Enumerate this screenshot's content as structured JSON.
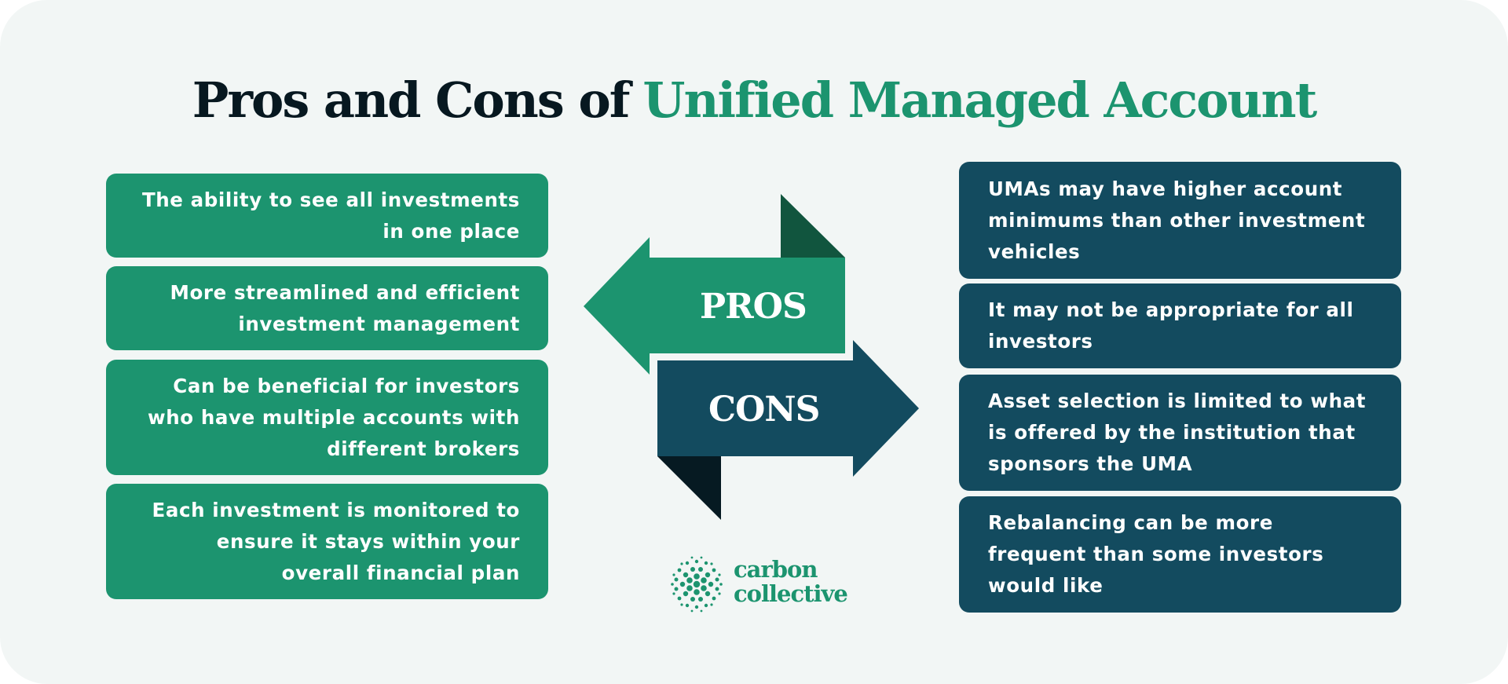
{
  "title": {
    "prefix": "Pros and Cons of",
    "highlight": "Unified Managed Account"
  },
  "colors": {
    "background": "#f2f6f5",
    "title_dark": "#071820",
    "pros_green": "#1c946f",
    "pros_fold": "#11553e",
    "cons_teal": "#134b5f",
    "cons_fold": "#061a22",
    "text_light": "#ffffff"
  },
  "center": {
    "pros_label": "PROS",
    "cons_label": "CONS"
  },
  "pros": {
    "items": [
      {
        "lines": [
          "The ability to see all investments",
          "in one place"
        ]
      },
      {
        "lines": [
          "More streamlined and efficient",
          "investment management"
        ]
      },
      {
        "lines": [
          "Can be beneficial for investors",
          "who have multiple accounts with",
          "different brokers"
        ]
      },
      {
        "lines": [
          "Each investment is monitored to",
          "ensure it stays within your",
          "overall financial plan"
        ]
      }
    ]
  },
  "cons": {
    "items": [
      {
        "lines": [
          "UMAs may have higher account",
          "minimums than other investment",
          "vehicles"
        ]
      },
      {
        "lines": [
          "It may not be appropriate for all",
          "investors"
        ]
      },
      {
        "lines": [
          "Asset selection is limited to what",
          "is offered by the institution that",
          "sponsors the UMA"
        ]
      },
      {
        "lines": [
          "Rebalancing can be more",
          "frequent than some investors",
          "would like"
        ]
      }
    ]
  },
  "logo": {
    "icon": "dotted-circle-logo-icon",
    "line1": "carbon",
    "line2": "collective"
  }
}
